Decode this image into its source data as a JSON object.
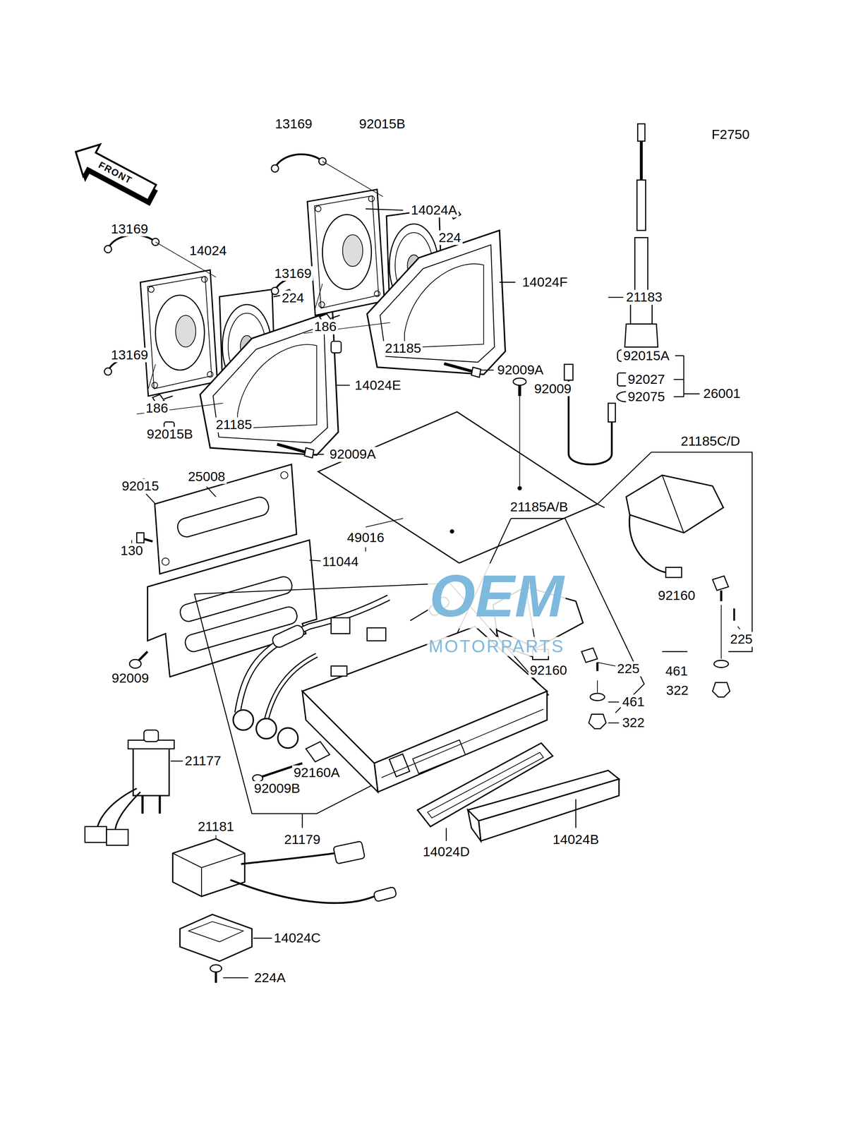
{
  "diagram": {
    "labels": [
      "F2750",
      "FRONT",
      "13169",
      "92015B",
      "14024A",
      "13169",
      "14024",
      "224",
      "13169",
      "224",
      "14024F",
      "21183",
      "186",
      "13169",
      "21185",
      "14024E",
      "92015A",
      "92009A",
      "92009",
      "92027",
      "26001",
      "92075",
      "186",
      "21185",
      "92015B",
      "92009A",
      "21185C/D",
      "25008",
      "92015",
      "21185A/B",
      "49016",
      "130",
      "11044",
      "92160",
      "92009",
      "92160",
      "225",
      "225",
      "461",
      "461",
      "322",
      "322",
      "21177",
      "92160A",
      "92009B",
      "21181",
      "21179",
      "14024D",
      "14024B",
      "14024C",
      "224A",
      "OEM",
      "MOTORPARTS"
    ]
  }
}
